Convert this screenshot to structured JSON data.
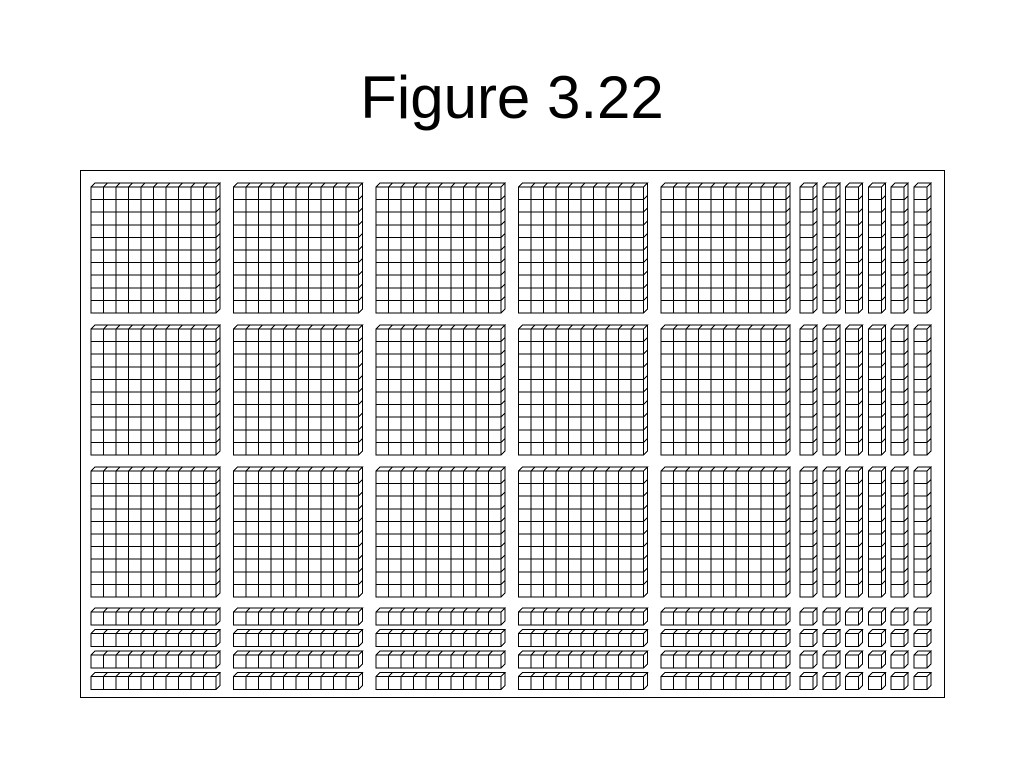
{
  "title": "Figure 3.22",
  "figure": {
    "description_type": "base-ten-blocks",
    "flats": {
      "rows": 3,
      "cols": 5,
      "units_per_side": 10
    },
    "rods_vertical": {
      "groups": 3,
      "per_group": 6,
      "units_per_rod": 10
    },
    "rods_horizontal": {
      "groups": 5,
      "per_group": 4,
      "units_per_rod": 10
    },
    "units": {
      "rows": 4,
      "cols": 6
    },
    "colors": {
      "stroke": "#000000",
      "background": "#ffffff",
      "frame": "#000000"
    }
  }
}
